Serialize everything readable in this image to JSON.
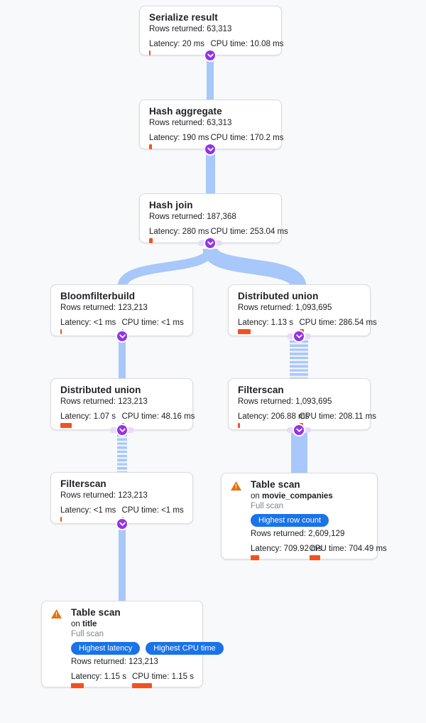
{
  "labels": {
    "on": "on"
  },
  "colors": {
    "background": "#f8f9fa",
    "edge_blue": "#a8c7fa",
    "metric_bar_orange": "#f4511e",
    "connector_purple": "#9334e6",
    "badge_blue": "#1a73e8",
    "warning_orange": "#e8710a",
    "card_border": "#dadce0"
  },
  "nodes": {
    "serialize_result": {
      "title": "Serialize result",
      "rows": "Rows returned: 63,313",
      "latency": "Latency: 20 ms",
      "cpu": "CPU time: 10.08 ms",
      "latency_bar": 2,
      "cpu_bar": 2
    },
    "hash_aggregate": {
      "title": "Hash aggregate",
      "rows": "Rows returned: 63,313",
      "latency": "Latency: 190 ms",
      "cpu": "CPU time: 170.2 ms",
      "latency_bar": 4,
      "cpu_bar": 5
    },
    "hash_join": {
      "title": "Hash join",
      "rows": "Rows returned: 187,368",
      "latency": "Latency: 280 ms",
      "cpu": "CPU time: 253.04 ms",
      "latency_bar": 5,
      "cpu_bar": 6
    },
    "bloomfilterbuild": {
      "title": "Bloomfilterbuild",
      "rows": "Rows returned: 123,213",
      "latency": "Latency: <1 ms",
      "cpu": "CPU time: <1 ms",
      "latency_bar": 2,
      "cpu_bar": 2
    },
    "distributed_union_right": {
      "title": "Distributed union",
      "rows": "Rows returned: 1,093,695",
      "latency": "Latency: 1.13 s",
      "cpu": "CPU time: 286.54 ms",
      "latency_bar": 18,
      "cpu_bar": 6
    },
    "distributed_union_left": {
      "title": "Distributed union",
      "rows": "Rows returned: 123,213",
      "latency": "Latency: 1.07 s",
      "cpu": "CPU time: 48.16 ms",
      "latency_bar": 16,
      "cpu_bar": 3
    },
    "filterscan_right": {
      "title": "Filterscan",
      "rows": "Rows returned: 1,093,695",
      "latency": "Latency: 206.88 ms",
      "cpu": "CPU time: 208.11 ms",
      "latency_bar": 3,
      "cpu_bar": 5
    },
    "filterscan_left": {
      "title": "Filterscan",
      "rows": "Rows returned: 123,213",
      "latency": "Latency: <1 ms",
      "cpu": "CPU time: <1 ms",
      "latency_bar": 2,
      "cpu_bar": 2
    },
    "table_scan_right": {
      "title": "Table scan",
      "table": "movie_companies",
      "scan_type": "Full scan",
      "badges": [
        "Highest row count"
      ],
      "rows": "Rows returned: 2,609,129",
      "latency": "Latency: 709.92 ms",
      "cpu": "CPU time: 704.49 ms",
      "latency_bar": 12,
      "cpu_bar": 15
    },
    "table_scan_left": {
      "title": "Table scan",
      "table": "title",
      "scan_type": "Full scan",
      "badges": [
        "Highest latency",
        "Highest CPU time"
      ],
      "rows": "Rows returned: 123,213",
      "latency": "Latency: 1.15 s",
      "cpu": "CPU time: 1.15 s",
      "latency_bar": 18,
      "cpu_bar": 28
    }
  },
  "warning_icon_glyph": "!"
}
